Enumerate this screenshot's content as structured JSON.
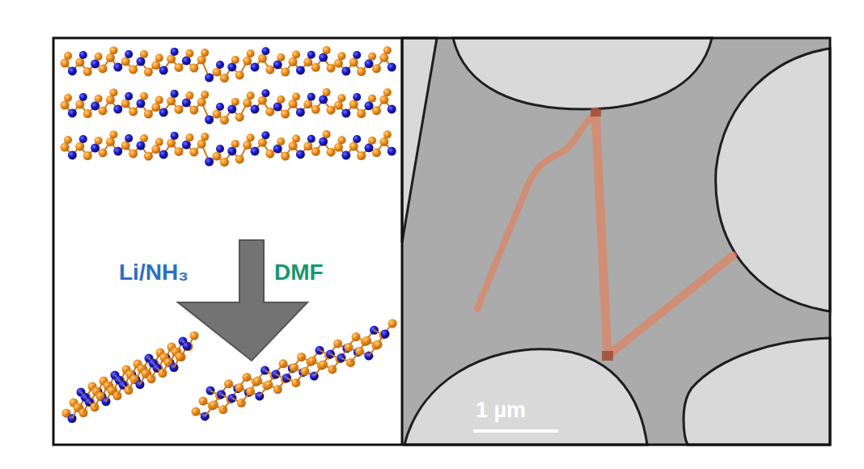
{
  "diagram": {
    "labels": [
      "Li/NH₃",
      "DMF",
      "1 µm"
    ]
  }
}
